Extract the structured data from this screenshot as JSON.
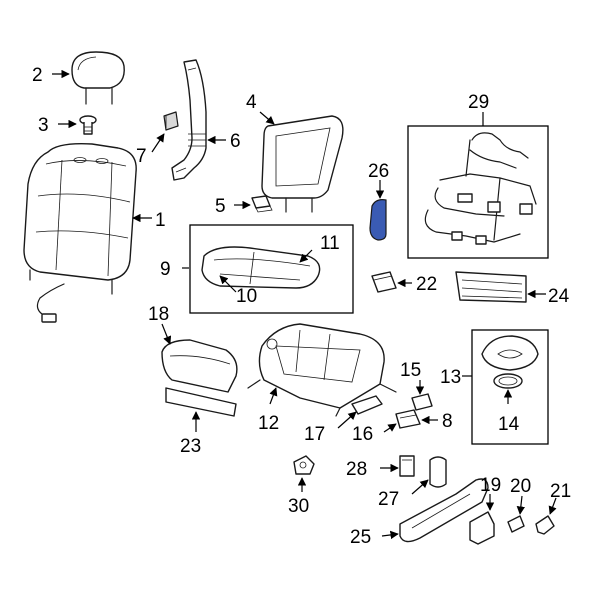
{
  "diagram": {
    "highlight_color": "#3a5bb3",
    "callouts": {
      "c1": "1",
      "c2": "2",
      "c3": "3",
      "c4": "4",
      "c5": "5",
      "c6": "6",
      "c7": "7",
      "c8": "8",
      "c9": "9",
      "c10": "10",
      "c11": "11",
      "c12": "12",
      "c13": "13",
      "c14": "14",
      "c15": "15",
      "c16": "16",
      "c17": "17",
      "c18": "18",
      "c19": "19",
      "c20": "20",
      "c21": "21",
      "c22": "22",
      "c23": "23",
      "c24": "24",
      "c25": "25",
      "c26": "26",
      "c27": "27",
      "c28": "28",
      "c29": "29",
      "c30": "30"
    }
  }
}
